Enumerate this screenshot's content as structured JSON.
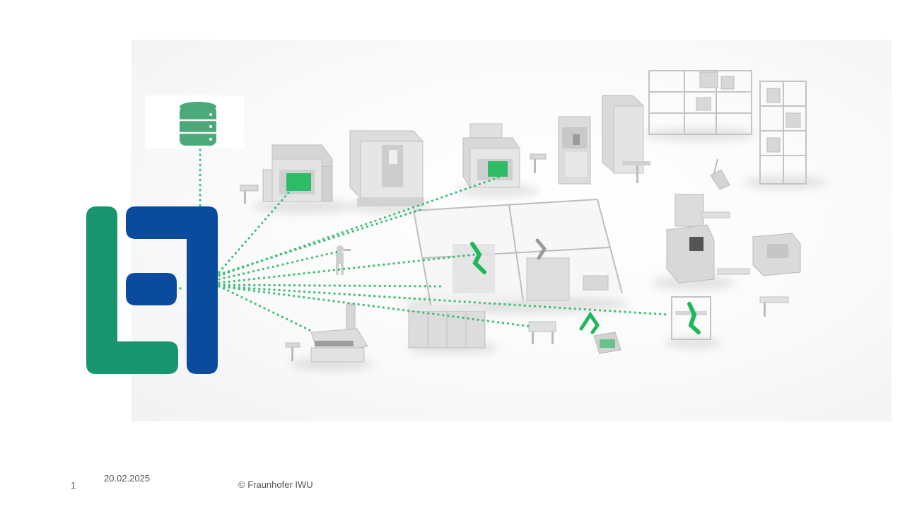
{
  "slide": {
    "page_number": "1",
    "date": "20.02.2025",
    "copyright": "© Fraunhofer IWU"
  },
  "colors": {
    "logo_green": "#16956E",
    "logo_blue": "#0B4B9E",
    "connection_green": "#3DBE7A",
    "database_green": "#4BA97A",
    "machine_gray": "#D8D8D8",
    "machine_highlight_green": "#1DB85A"
  },
  "icons": [
    "database-icon",
    "company-logo",
    "factory-floor-illustration"
  ]
}
